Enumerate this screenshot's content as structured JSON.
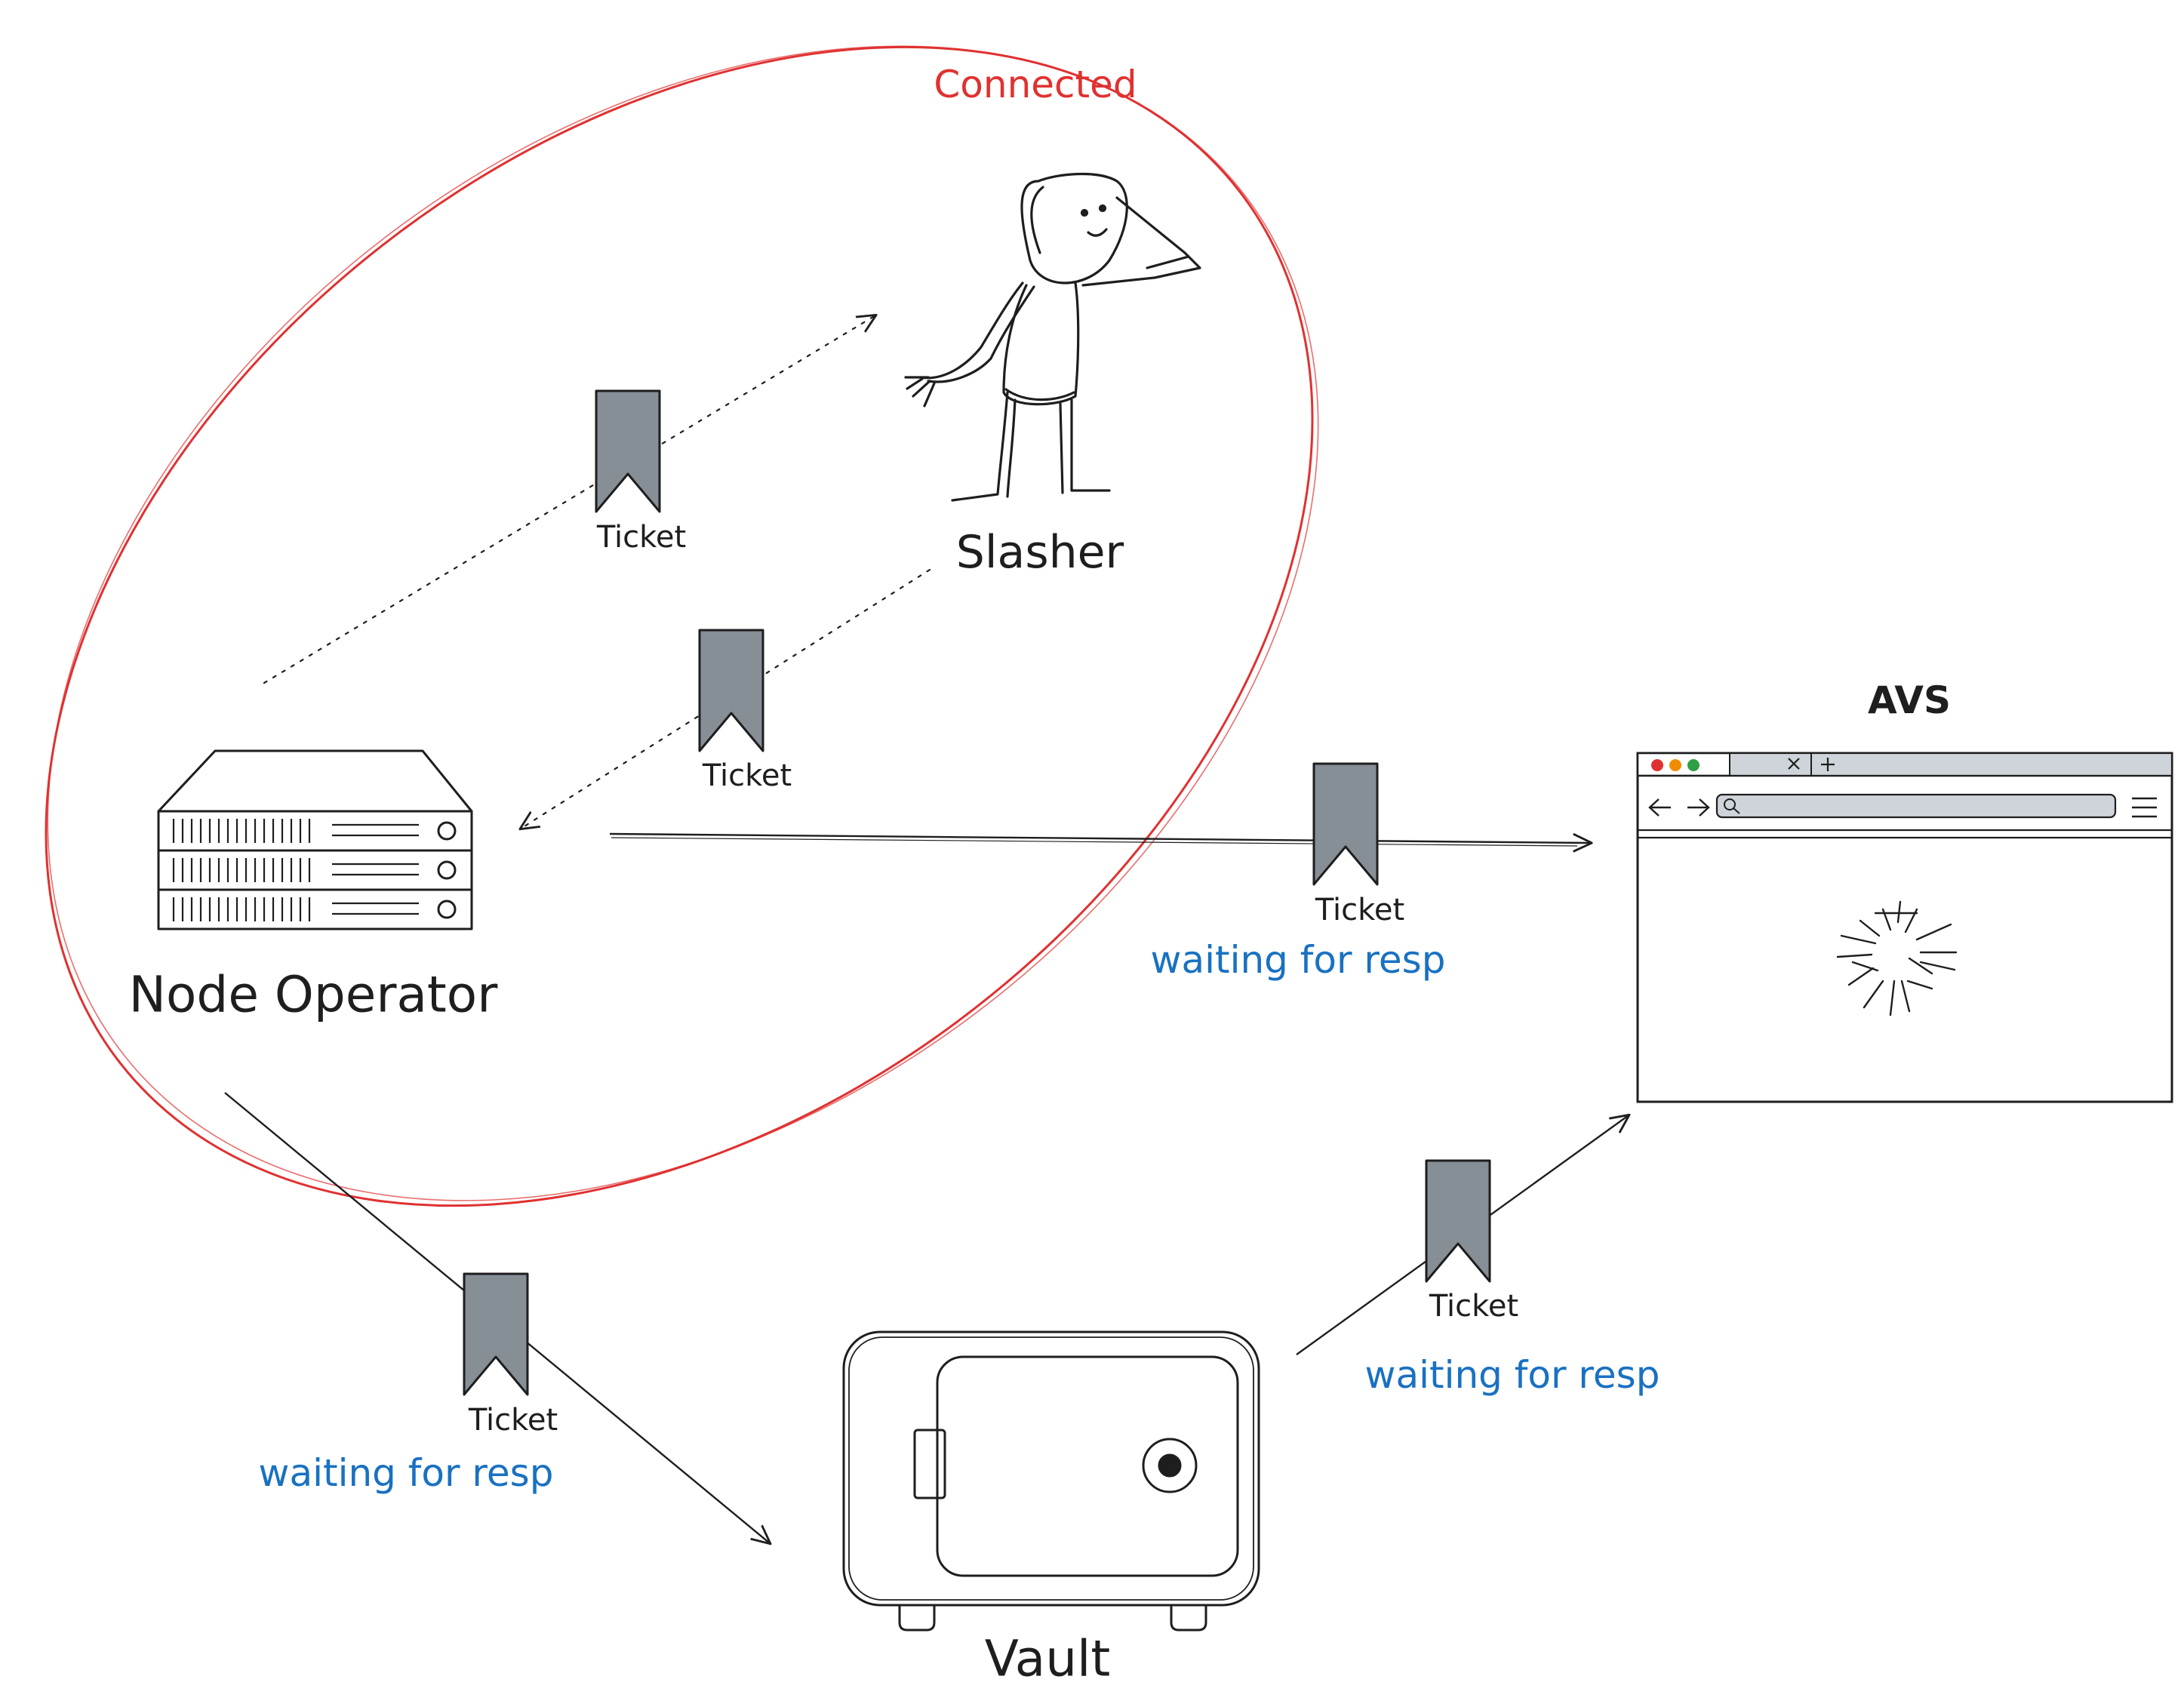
{
  "group": {
    "label": "Connected",
    "color": "#e03131"
  },
  "nodes": {
    "node_operator": "Node Operator",
    "slasher": "Slasher",
    "vault": "Vault",
    "avs": "AVS"
  },
  "tickets": {
    "operator_to_slasher": "Ticket",
    "slasher_to_operator": "Ticket",
    "operator_to_avs": "Ticket",
    "operator_to_vault": "Ticket",
    "vault_to_avs": "Ticket"
  },
  "statuses": {
    "operator_to_avs": "waiting for resp",
    "operator_to_vault": "waiting for resp",
    "vault_to_avs": "waiting for resp"
  },
  "colors": {
    "stroke": "#1e1e1e",
    "ticket_fill": "#868e96",
    "status_text": "#1971c2",
    "browser_red": "#e03131",
    "browser_orange": "#f08c00",
    "browser_green": "#2f9e44",
    "browser_bar": "#ced4da"
  },
  "icons": {
    "node_operator": "server-rack-icon",
    "slasher": "stick-figure-icon",
    "vault": "safe-icon",
    "avs": "browser-window-icon",
    "ticket": "bookmark-ribbon-icon"
  }
}
